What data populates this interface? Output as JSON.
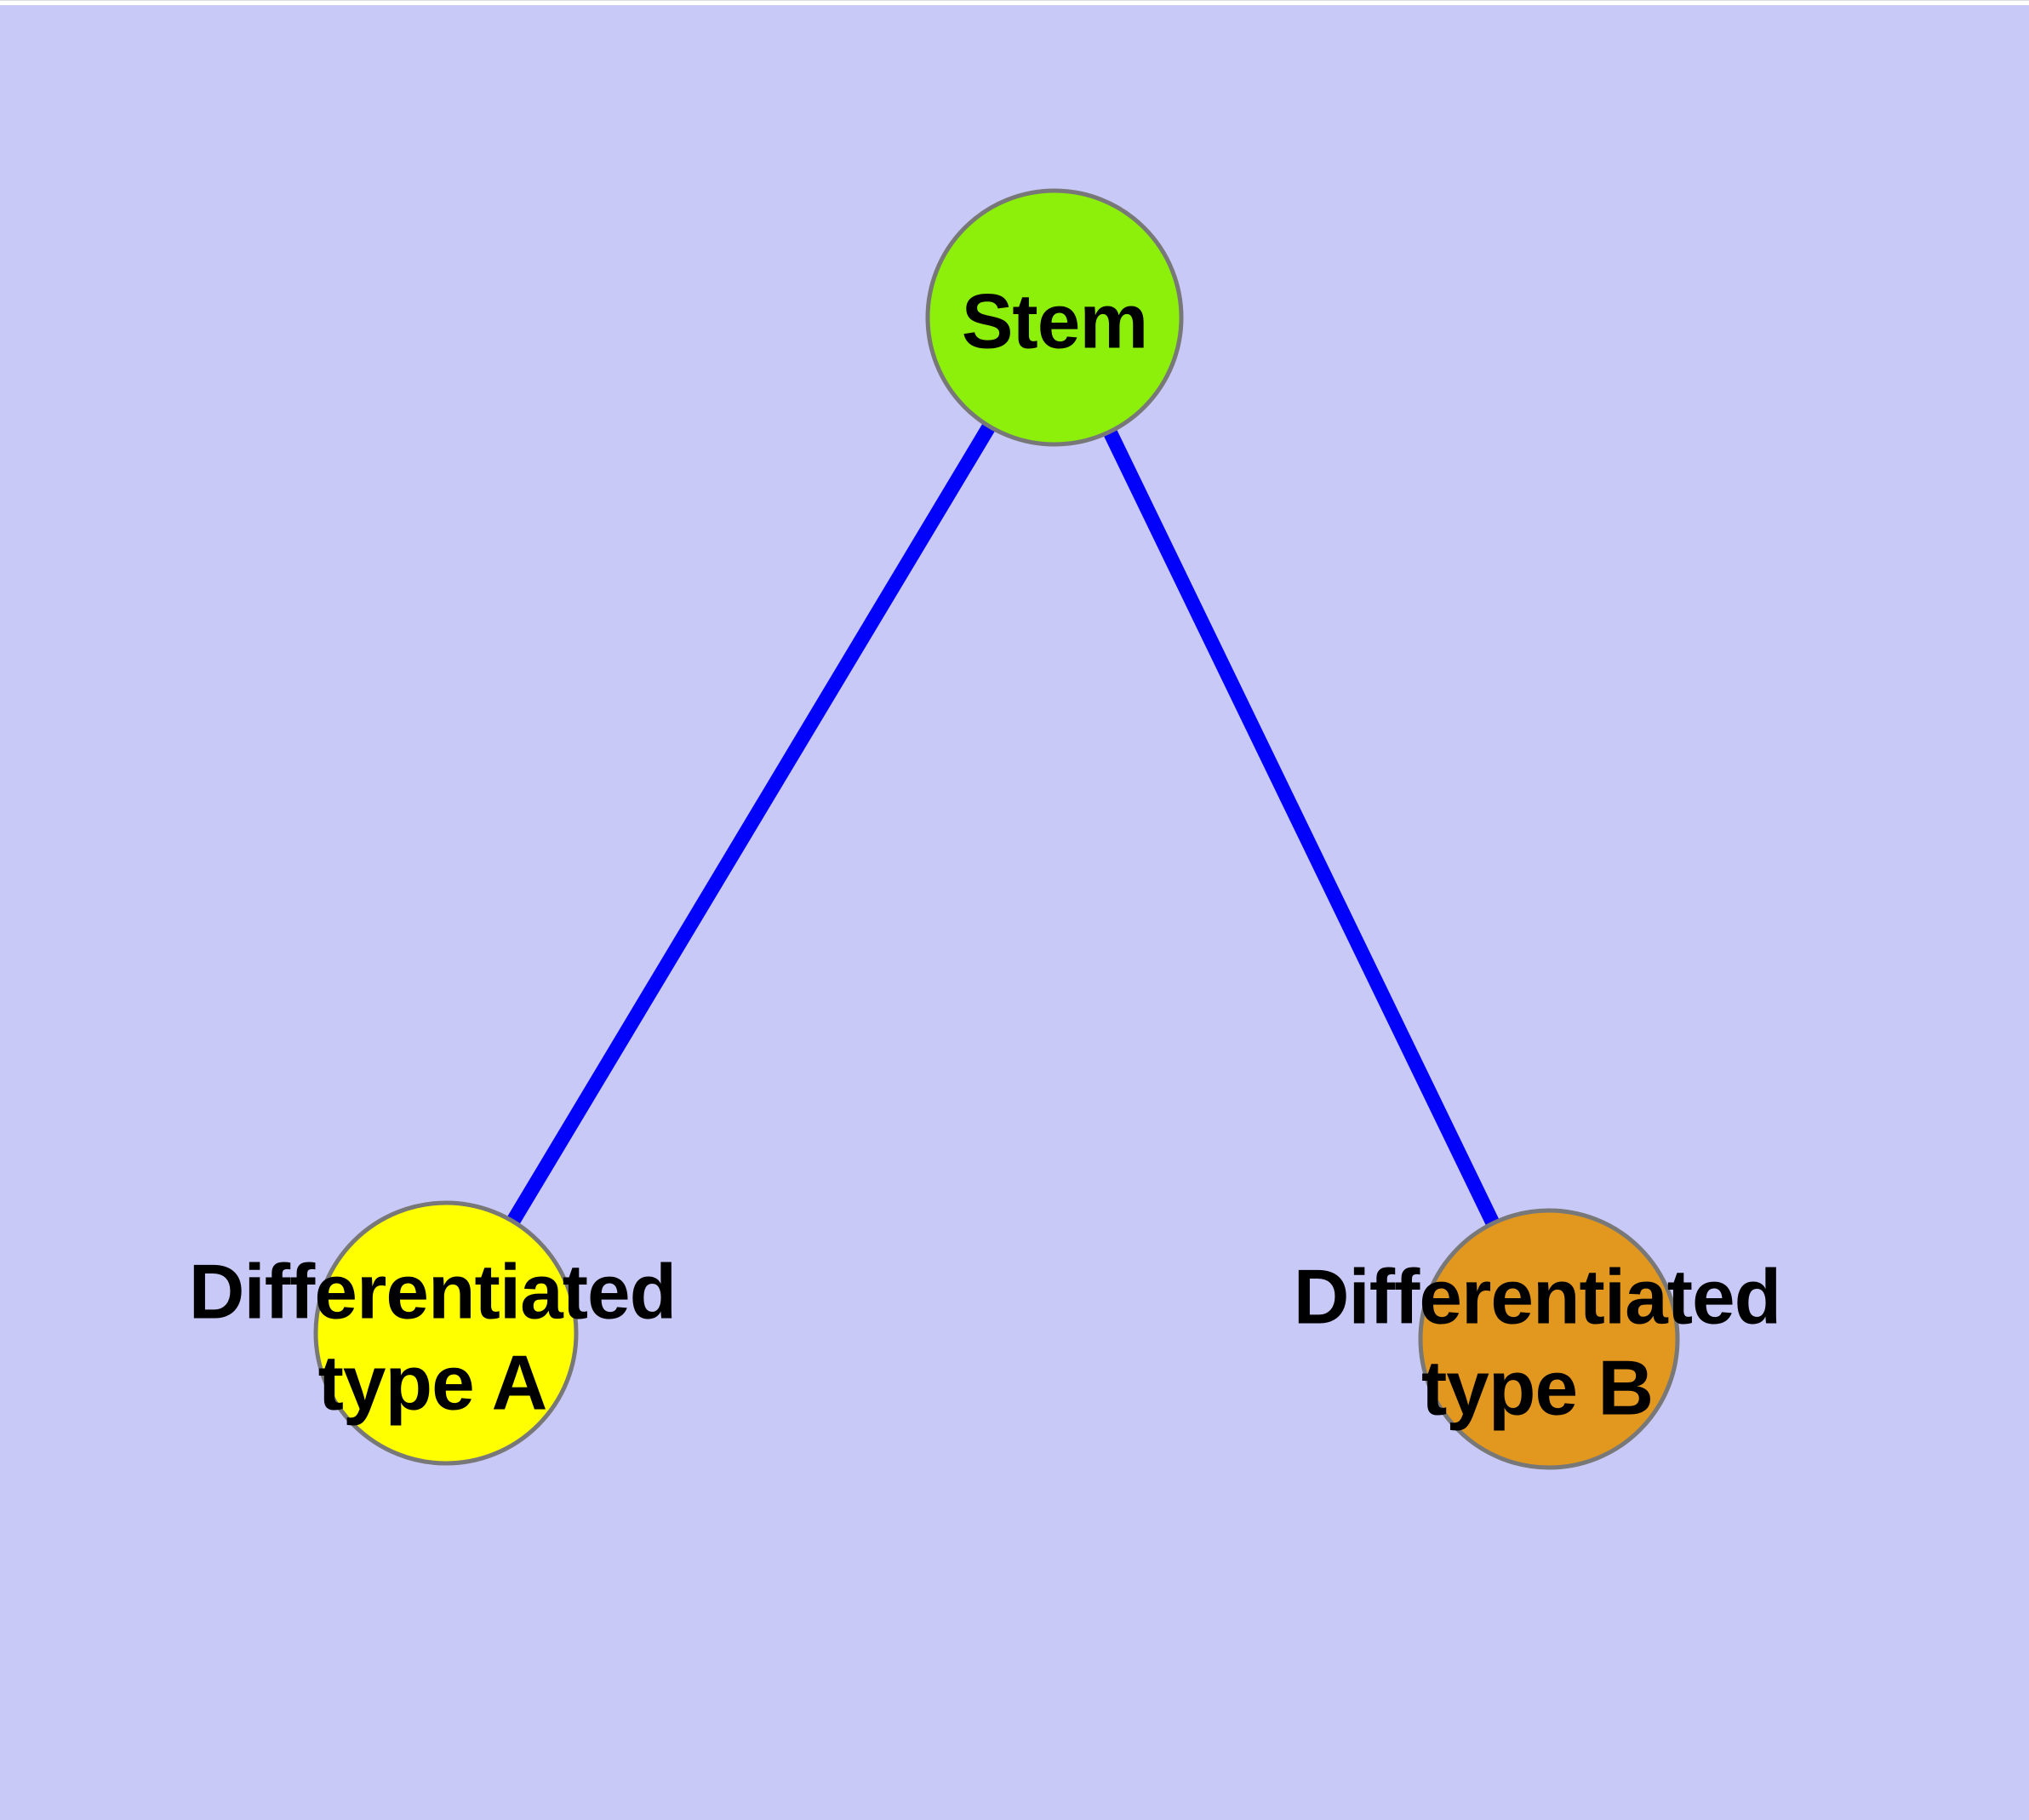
{
  "diagram": {
    "type": "node-link-graph",
    "background_color": "#c9c9f7",
    "edge_color": "#0202fa",
    "node_border_color": "#787878",
    "label_color": "#000000",
    "nodes": [
      {
        "id": "stem",
        "label": "Stem",
        "fill": "#8cf00a"
      },
      {
        "id": "type-a",
        "label": "Differentiated\ntype A",
        "fill": "#ffff00"
      },
      {
        "id": "type-b",
        "label": "Differentiated\ntype B",
        "fill": "#e2971f"
      }
    ],
    "edges": [
      {
        "from": "stem",
        "to": "type-a"
      },
      {
        "from": "stem",
        "to": "type-b"
      }
    ]
  }
}
